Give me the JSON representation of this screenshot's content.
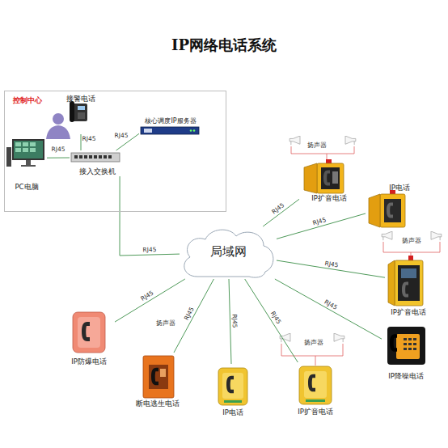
{
  "diagram": {
    "title": "IP网络电话系统",
    "nodes": [
      {
        "text": [
          "控制中心"
        ]
      },
      {
        "text": [
          "接警电话"
        ],
        "in": 0
      },
      {
        "text": [
          "核心调度IP服务器"
        ],
        "in": 0
      },
      {
        "text": [
          "PC电脑"
        ],
        "in": 0
      },
      {
        "text": [
          "接入交换机"
        ],
        "in": 0
      },
      {
        "text": [
          "局域网"
        ]
      },
      {
        "text": [
          "IP扩音电话"
        ]
      },
      {
        "text": [
          "IP电话"
        ]
      },
      {
        "text": [
          "IP扩音电话"
        ]
      },
      {
        "text": [
          "IP降噪电话"
        ]
      },
      {
        "text": [
          "IP扩音电话"
        ]
      },
      {
        "text": [
          "IP电话"
        ]
      },
      {
        "text": [
          "断电逃生电话"
        ]
      },
      {
        "text": [
          "IP防爆电话"
        ]
      }
    ],
    "edges": [
      {
        "from": 1,
        "to": 4,
        "label": "RJ45",
        "arrow": "none"
      },
      {
        "from": 2,
        "to": 4,
        "label": "RJ45",
        "arrow": "none"
      },
      {
        "from": 3,
        "to": 4,
        "label": "RJ45",
        "arrow": "none"
      },
      {
        "from": 4,
        "to": 5,
        "label": "RJ45",
        "arrow": "none"
      },
      {
        "from": 5,
        "to": 6,
        "label": "RJ45",
        "arrow": "none"
      },
      {
        "from": 5,
        "to": 7,
        "label": "RJ45",
        "arrow": "none"
      },
      {
        "from": 5,
        "to": 8,
        "label": "RJ45",
        "arrow": "none"
      },
      {
        "from": 5,
        "to": 9,
        "label": "RJ45",
        "arrow": "none"
      },
      {
        "from": 5,
        "to": 10,
        "label": "RJ45",
        "arrow": "none"
      },
      {
        "from": 5,
        "to": 11,
        "label": "RJ45",
        "arrow": "none"
      },
      {
        "from": 5,
        "to": 12,
        "label": "RJ45",
        "arrow": "none"
      },
      {
        "from": 5,
        "to": 13,
        "label": "RJ45",
        "arrow": "none"
      }
    ],
    "labels": [
      "扬声器",
      "扬声器",
      "扬声器",
      "扬声器"
    ]
  }
}
